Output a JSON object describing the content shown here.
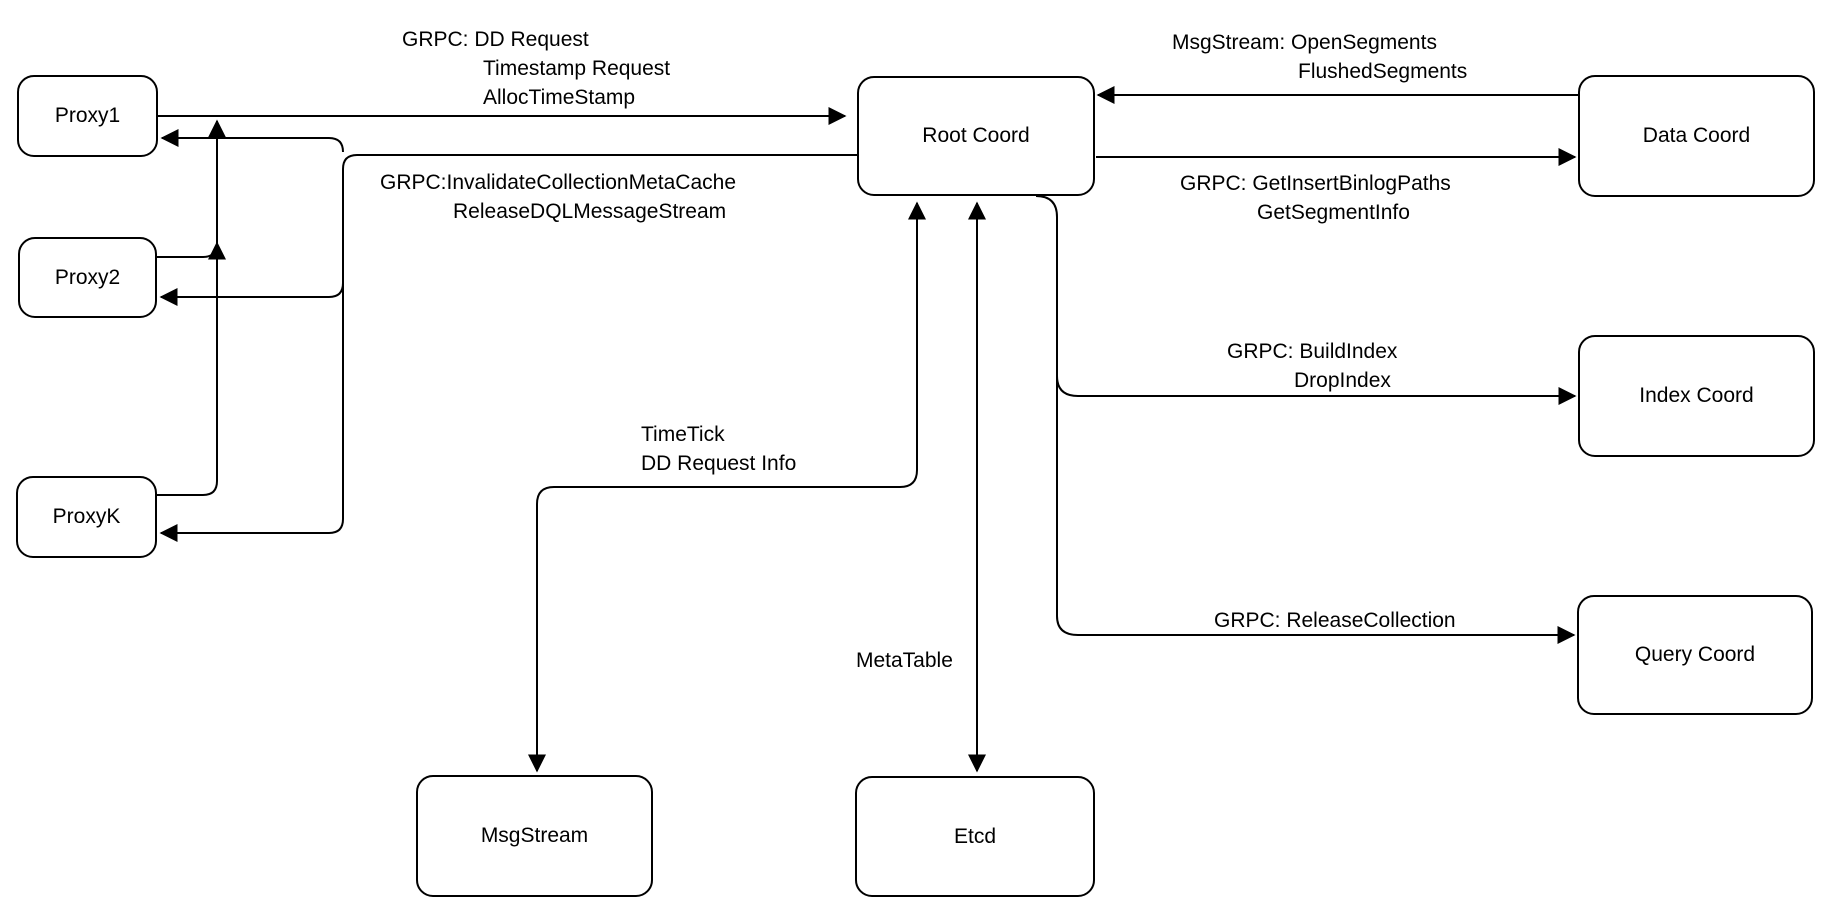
{
  "diagram": {
    "colors": {
      "stroke": "#000000",
      "node_fill": "#ffffff",
      "text": "#000000"
    },
    "nodes": {
      "proxy1": {
        "label": "Proxy1"
      },
      "proxy2": {
        "label": "Proxy2"
      },
      "proxyk": {
        "label": "ProxyK"
      },
      "root_coord": {
        "label": "Root Coord"
      },
      "data_coord": {
        "label": "Data Coord"
      },
      "index_coord": {
        "label": "Index Coord"
      },
      "query_coord": {
        "label": "Query Coord"
      },
      "msgstream": {
        "label": "MsgStream"
      },
      "etcd": {
        "label": "Etcd"
      }
    },
    "edge_labels": {
      "dd_request": {
        "lines": [
          "GRPC: DD Request",
          "Timestamp Request",
          "AllocTimeStamp"
        ]
      },
      "invalidate": {
        "lines": [
          "GRPC:InvalidateCollectionMetaCache",
          "ReleaseDQLMessageStream"
        ]
      },
      "open_segments": {
        "lines": [
          "MsgStream: OpenSegments",
          "FlushedSegments"
        ]
      },
      "get_insert": {
        "lines": [
          "GRPC: GetInsertBinlogPaths",
          "GetSegmentInfo"
        ]
      },
      "build_index": {
        "lines": [
          "GRPC: BuildIndex",
          "DropIndex"
        ]
      },
      "release_collection": {
        "lines": [
          "GRPC: ReleaseCollection"
        ]
      },
      "time_tick": {
        "lines": [
          "TimeTick",
          "DD Request Info"
        ]
      },
      "meta_table": {
        "lines": [
          "MetaTable"
        ]
      }
    }
  }
}
